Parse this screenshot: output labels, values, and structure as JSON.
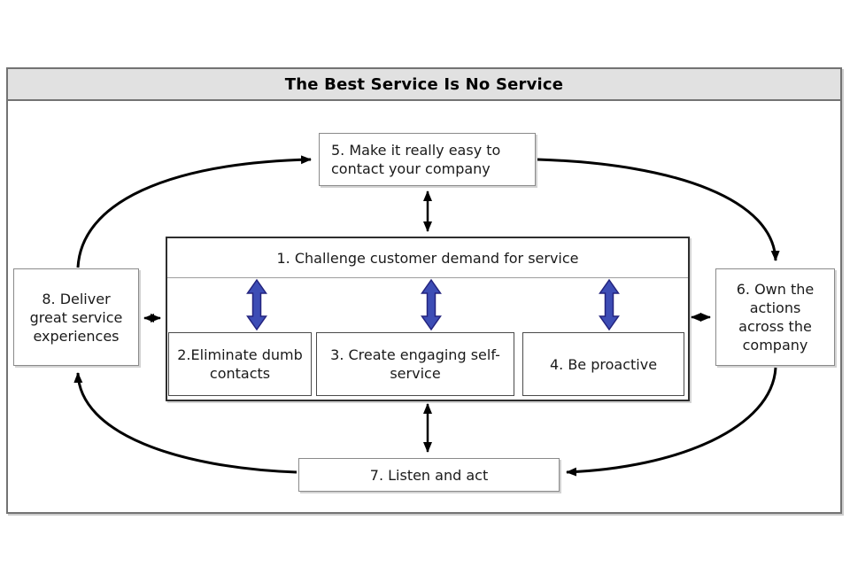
{
  "title": "The Best Service Is No Service",
  "nodes": {
    "n1": "1. Challenge customer demand for service",
    "n2": "2.Eliminate dumb contacts",
    "n3": "3. Create engaging self-service",
    "n4": "4. Be proactive",
    "n5": "5. Make it really easy to contact your company",
    "n6": "6. Own the actions across the company",
    "n7": "7. Listen and act",
    "n8": "8. Deliver great service experiences"
  },
  "connections": [
    {
      "from": "n8",
      "to": "n5",
      "style": "curved",
      "heads": "single"
    },
    {
      "from": "n5",
      "to": "n6",
      "style": "curved",
      "heads": "single"
    },
    {
      "from": "n6",
      "to": "n7",
      "style": "curved",
      "heads": "single"
    },
    {
      "from": "n7",
      "to": "n8",
      "style": "curved",
      "heads": "single"
    },
    {
      "from": "n5",
      "to": "container",
      "style": "straight",
      "heads": "double"
    },
    {
      "from": "n7",
      "to": "container",
      "style": "straight",
      "heads": "double"
    },
    {
      "from": "n8",
      "to": "container",
      "style": "straight",
      "heads": "double"
    },
    {
      "from": "n6",
      "to": "container",
      "style": "straight",
      "heads": "double"
    },
    {
      "from": "n1",
      "to": "n2",
      "style": "blue-double"
    },
    {
      "from": "n1",
      "to": "n3",
      "style": "blue-double"
    },
    {
      "from": "n1",
      "to": "n4",
      "style": "blue-double"
    }
  ],
  "colors": {
    "blue_arrow_fill": "#3d4db5",
    "blue_arrow_border": "#23237e",
    "black_arrow": "#000000",
    "titlebar_bg": "#e1e1e1",
    "frame_border": "#737373",
    "box_border": "#8a8a8a",
    "container_border": "#2e2e2e"
  }
}
